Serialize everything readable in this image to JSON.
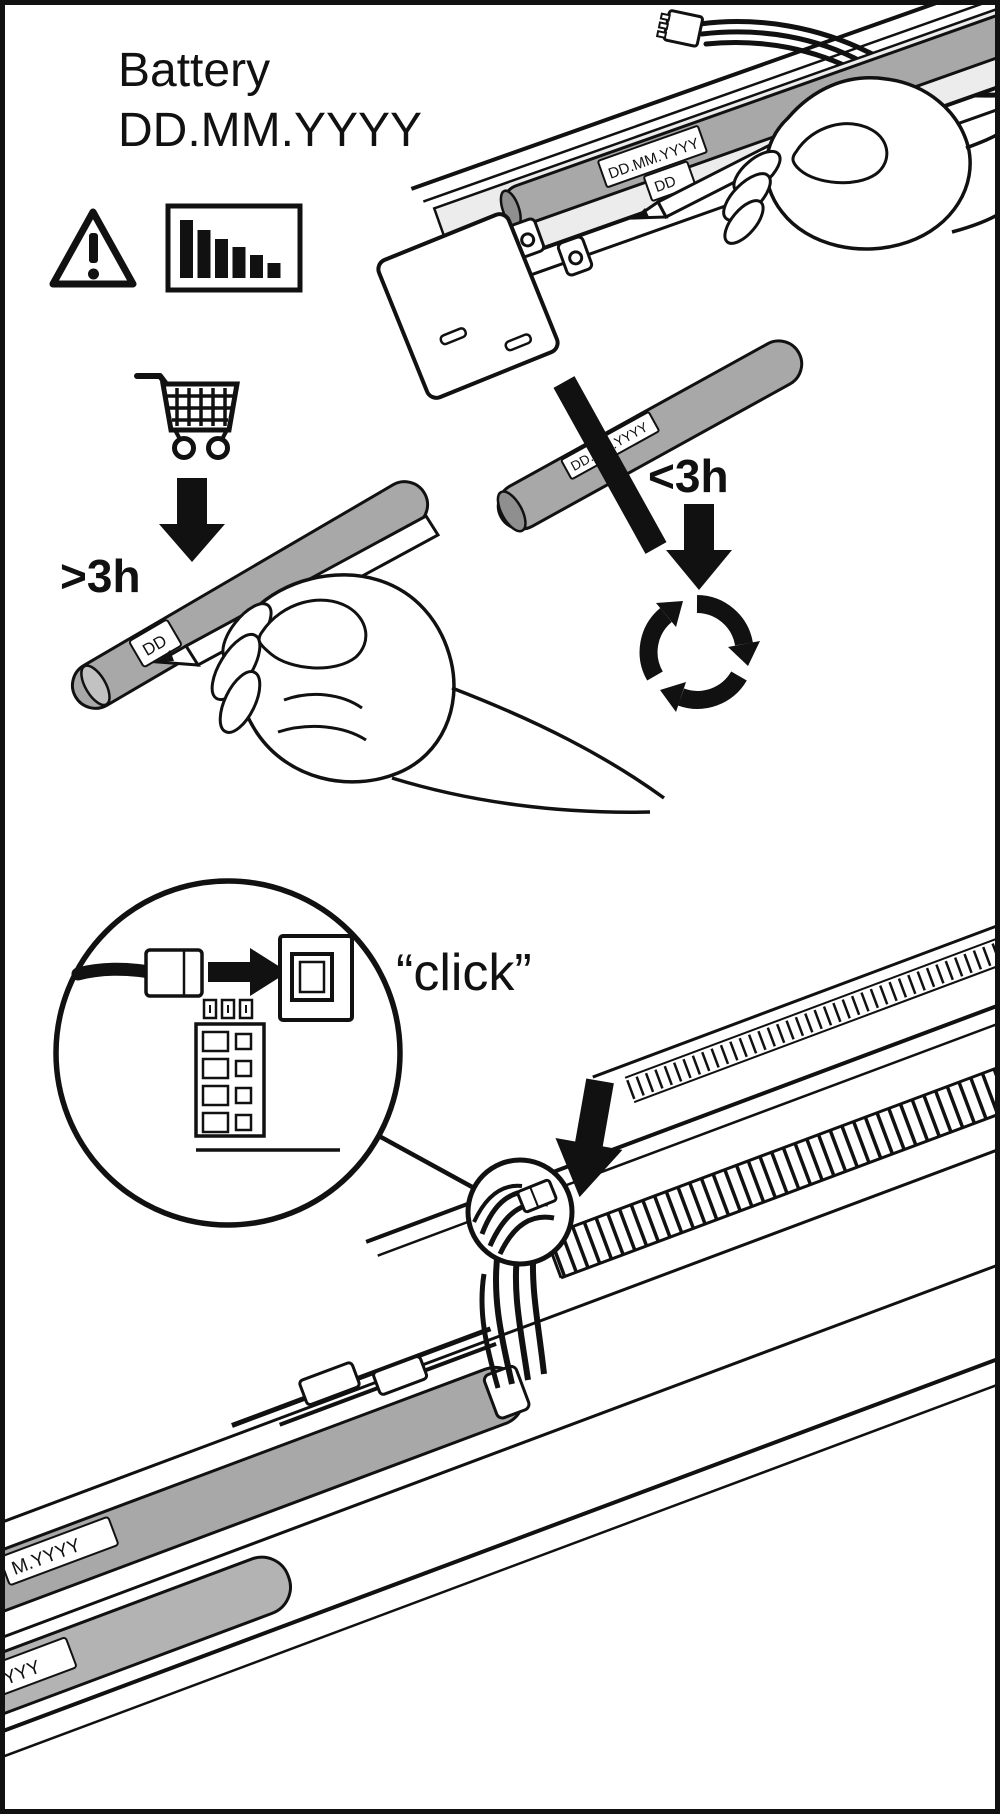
{
  "header": {
    "title": "Battery",
    "subtitle": "DD.MM.YYYY"
  },
  "housing_step": {
    "tube_label": "DD.MM.YYYY",
    "tube_label_short": "DD"
  },
  "mark_step": {
    "threshold": ">3h",
    "tube_label": "DD"
  },
  "discard_step": {
    "threshold": "<3h",
    "tube_label": "DD.MM.YYYY"
  },
  "connect_step": {
    "click": "“click”"
  },
  "bottom_tubes": {
    "label_a": "M.YYYY",
    "label_b": "MM.YYYY"
  },
  "icons": {
    "warning": "warning-triangle-icon",
    "battery_level": "battery-level-icon",
    "cart": "shopping-cart-icon",
    "down_arrow": "down-arrow-icon",
    "recycling": "recycling-icon",
    "magnifier": "magnifier-circle-icon",
    "pencil": "pencil-icon",
    "prohibition": "crossed-out-bar-icon"
  },
  "colors": {
    "ink": "#111111",
    "tube": "#a8a8a8",
    "tube_dark": "#8f8f8f",
    "tube_light": "#c2c2c2",
    "floor": "#ececec",
    "paper": "#ffffff"
  }
}
